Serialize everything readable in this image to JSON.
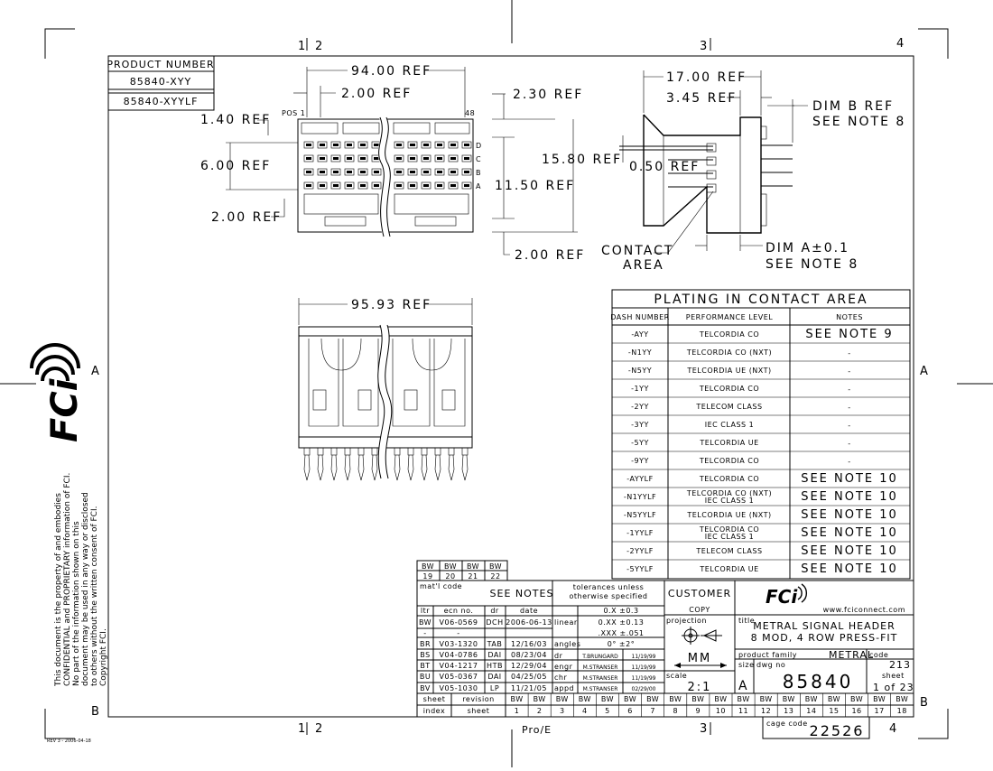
{
  "zones": {
    "top": [
      "1",
      "2",
      "3",
      "4"
    ],
    "bottom": [
      "1",
      "2",
      "3",
      "4"
    ],
    "left": [
      "A",
      "B"
    ],
    "right": [
      "A",
      "B"
    ]
  },
  "product_box": {
    "header": "PRODUCT NUMBER",
    "rows": [
      "85840-XYY",
      "85840-XYYLF"
    ]
  },
  "front_view": {
    "dims": {
      "width": "94.00 REF",
      "pitch": "2.00 REF",
      "top_offset": "1.40 REF",
      "rows_span": "6.00 REF",
      "bottom_offset": "2.00 REF",
      "top_right": "2.30 REF",
      "height": "15.80 REF",
      "inner_height": "11.50 REF",
      "bottom_right": "2.00 REF"
    },
    "pos_labels": {
      "first": "POS 1",
      "last": "48"
    },
    "row_letters": [
      "D",
      "C",
      "B",
      "A"
    ]
  },
  "side_view": {
    "dims": {
      "depth": "17.00 REF",
      "offset": "3.45 REF",
      "dim_b": "DIM B REF",
      "dim_b_note": "SEE NOTE 8",
      "pin": "0.50 REF",
      "dim_a": "DIM A±0.1",
      "dim_a_note": "SEE NOTE 8"
    },
    "contact_area": [
      "CONTACT",
      "AREA"
    ]
  },
  "bottom_view": {
    "width": "95.93 REF"
  },
  "plating_table": {
    "title": "PLATING IN CONTACT AREA",
    "headers": [
      "DASH NUMBER",
      "PERFORMANCE LEVEL",
      "NOTES"
    ],
    "rows": [
      {
        "dash": "-AYY",
        "perf": [
          "TELCORDIA CO"
        ],
        "notes": "SEE NOTE 9"
      },
      {
        "dash": "-N1YY",
        "perf": [
          "TELCORDIA CO (NXT)"
        ],
        "notes": "-"
      },
      {
        "dash": "-N5YY",
        "perf": [
          "TELCORDIA UE (NXT)"
        ],
        "notes": "-"
      },
      {
        "dash": "-1YY",
        "perf": [
          "TELCORDIA CO"
        ],
        "notes": "-"
      },
      {
        "dash": "-2YY",
        "perf": [
          "TELECOM CLASS"
        ],
        "notes": "-"
      },
      {
        "dash": "-3YY",
        "perf": [
          "IEC CLASS 1"
        ],
        "notes": "-"
      },
      {
        "dash": "-5YY",
        "perf": [
          "TELCORDIA UE"
        ],
        "notes": "-"
      },
      {
        "dash": "-9YY",
        "perf": [
          "TELCORDIA CO"
        ],
        "notes": "-"
      },
      {
        "dash": "-AYYLF",
        "perf": [
          "TELCORDIA CO"
        ],
        "notes": "SEE NOTE 10"
      },
      {
        "dash": "-N1YYLF",
        "perf": [
          "TELCORDIA CO (NXT)",
          "IEC CLASS 1"
        ],
        "notes": "SEE NOTE 10"
      },
      {
        "dash": "-N5YYLF",
        "perf": [
          "TELCORDIA UE (NXT)"
        ],
        "notes": "SEE NOTE 10"
      },
      {
        "dash": "-1YYLF",
        "perf": [
          "TELCORDIA CO",
          "IEC CLASS 1"
        ],
        "notes": "SEE NOTE 10"
      },
      {
        "dash": "-2YYLF",
        "perf": [
          "TELECOM CLASS"
        ],
        "notes": "SEE NOTE 10"
      },
      {
        "dash": "-5YYLF",
        "perf": [
          "TELCORDIA UE"
        ],
        "notes": "SEE NOTE 10"
      }
    ]
  },
  "bw_top": {
    "labels": [
      "BW",
      "BW",
      "BW",
      "BW"
    ],
    "numbers": [
      "19",
      "20",
      "21",
      "22"
    ]
  },
  "title_block": {
    "matl_code": "mat'l code",
    "see_notes": "SEE NOTES",
    "tol_header": [
      "tolerances unless",
      "otherwise specified"
    ],
    "rev_headers": [
      "ltr",
      "ecn no.",
      "dr",
      "date"
    ],
    "revisions": [
      {
        "ltr": "BW",
        "ecn": "V06-0569",
        "dr": "DCH",
        "date": "2006-06-13"
      },
      {
        "ltr": "-",
        "ecn": "-",
        "dr": "",
        "date": ""
      },
      {
        "ltr": "BR",
        "ecn": "V03-1320",
        "dr": "TAB",
        "date": "12/16/03"
      },
      {
        "ltr": "BS",
        "ecn": "V04-0786",
        "dr": "DAI",
        "date": "08/23/04"
      },
      {
        "ltr": "BT",
        "ecn": "V04-1217",
        "dr": "HTB",
        "date": "12/29/04"
      },
      {
        "ltr": "BU",
        "ecn": "V05-0367",
        "dr": "DAI",
        "date": "04/25/05"
      },
      {
        "ltr": "BV",
        "ecn": "V05-1030",
        "dr": "LP",
        "date": "11/21/05"
      }
    ],
    "tol_labels": [
      "linear",
      "",
      "",
      "angles",
      "dr",
      "engr",
      "chr",
      "appd"
    ],
    "tol_values": [
      "0.X ±0.3",
      "0.XX ±0.13",
      ".XXX ±.051",
      "0° ±2°"
    ],
    "signatures": [
      {
        "name": "T.BRUNGARD",
        "date": "11/19/99"
      },
      {
        "name": "M.STRANSER",
        "date": "11/19/99"
      },
      {
        "name": "M.STRANSER",
        "date": "11/19/99"
      },
      {
        "name": "M.STRANSER",
        "date": "02/29/00"
      }
    ],
    "customer": "CUSTOMER",
    "copy": "COPY",
    "projection": "projection",
    "units": "MM",
    "scale_label": "scale",
    "scale": "2:1",
    "website": "www.fciconnect.com",
    "title_label": "title",
    "title_lines": [
      "METRAL SIGNAL HEADER",
      "8 MOD, 4 ROW PRESS-FIT"
    ],
    "product_family_label": "product family",
    "product_family": "METRAL",
    "code_label": "code",
    "code": "213",
    "size_label": "size",
    "size": "A",
    "dwg_label": "dwg no",
    "dwg_no": "85840",
    "sheet_label": "sheet",
    "sheet": "1 of 23",
    "cage_label": "cage code",
    "cage": "22526",
    "bottom_labels": [
      "sheet",
      "revision",
      "index",
      "sheet"
    ],
    "bw_label": "BW",
    "bw_numbers": [
      "1",
      "2",
      "3",
      "4",
      "5",
      "6",
      "7",
      "8",
      "9",
      "10",
      "11",
      "12",
      "13",
      "14",
      "15",
      "16",
      "17",
      "18"
    ]
  },
  "logo_text": "FCi",
  "side_notice": [
    "This document is the property of and embodies",
    "CONFIDENTIAL and PROPRIETARY information of FCI.",
    "No part of the information shown on this",
    "document may be used in any way or disclosed",
    "to others without the written consent of FCI.",
    "Copyright FCI."
  ],
  "footer": {
    "proe": "Pro/E",
    "tiny": "REV 3 - 2006-04-18"
  }
}
